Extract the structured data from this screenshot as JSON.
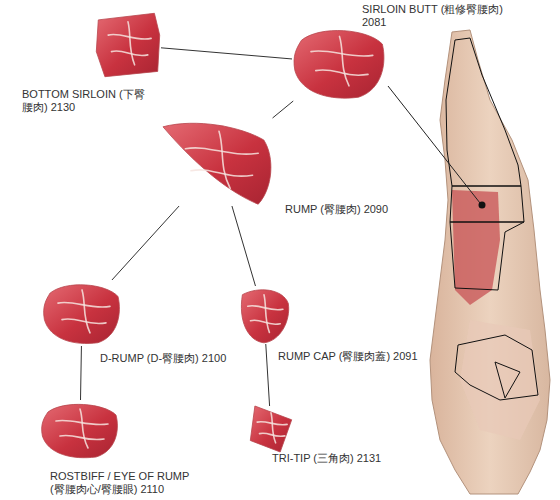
{
  "diagram": {
    "nodes": [
      {
        "text": [
          "BOTTOM SIRLOIN (下臀腰肉) 2130"
        ]
      },
      {
        "text": [
          "SIRLOIN BUTT (粗修臀腰肉) 2081"
        ]
      },
      {
        "text": [
          "RUMP (臀腰肉) 2090"
        ]
      },
      {
        "text": [
          "D-RUMP (D-臀腰肉) 2100"
        ]
      },
      {
        "text": [
          "RUMP CAP (臀腰肉蓋) 2091"
        ]
      },
      {
        "text": [
          "ROSTBIFF / EYE OF RUMP (臀腰肉心/臀腰眼) 2110"
        ]
      },
      {
        "text": [
          "TRI-TIP (三角肉) 2131"
        ]
      }
    ],
    "edges": [
      {
        "from": 0,
        "to": 1,
        "arrow": "none"
      },
      {
        "from": 1,
        "to": 2,
        "arrow": "none"
      },
      {
        "from": 2,
        "to": 3,
        "arrow": "none"
      },
      {
        "from": 2,
        "to": 4,
        "arrow": "none"
      },
      {
        "from": 3,
        "to": 5,
        "arrow": "none"
      },
      {
        "from": 4,
        "to": 6,
        "arrow": "none"
      }
    ]
  }
}
